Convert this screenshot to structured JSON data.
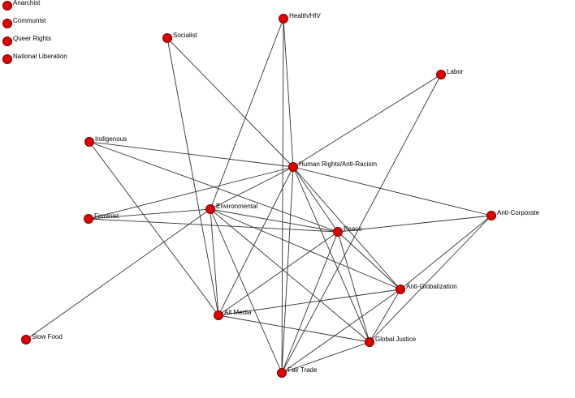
{
  "graph": {
    "node_color": "#e00000",
    "edge_color": "#333333",
    "nodes": [
      {
        "id": "anarchist",
        "label": "Anarchist"
      },
      {
        "id": "communist",
        "label": "Communist"
      },
      {
        "id": "queer-rights",
        "label": "Queer Rights"
      },
      {
        "id": "national-liberation",
        "label": "National Liberation"
      },
      {
        "id": "health-hiv",
        "label": "Health/HIV"
      },
      {
        "id": "socialist",
        "label": "Socialist"
      },
      {
        "id": "labor",
        "label": "Labor"
      },
      {
        "id": "indigenous",
        "label": "Indigenous"
      },
      {
        "id": "human-rights",
        "label": "Human Rights/Anti-Racism"
      },
      {
        "id": "environmental",
        "label": "Environmental"
      },
      {
        "id": "feminist",
        "label": "Feminist"
      },
      {
        "id": "anti-corporate",
        "label": "Anti-Corporate"
      },
      {
        "id": "peace",
        "label": "Peace"
      },
      {
        "id": "anti-globalization",
        "label": "Anti-Globalization"
      },
      {
        "id": "alt-media",
        "label": "Alt Media"
      },
      {
        "id": "slow-food",
        "label": "Slow Food"
      },
      {
        "id": "global-justice",
        "label": "Global Justice"
      },
      {
        "id": "fair-trade",
        "label": "Fair Trade"
      }
    ],
    "edges": [
      [
        "health-hiv",
        "human-rights"
      ],
      [
        "health-hiv",
        "environmental"
      ],
      [
        "health-hiv",
        "fair-trade"
      ],
      [
        "socialist",
        "human-rights"
      ],
      [
        "socialist",
        "alt-media"
      ],
      [
        "labor",
        "human-rights"
      ],
      [
        "labor",
        "fair-trade"
      ],
      [
        "indigenous",
        "human-rights"
      ],
      [
        "indigenous",
        "peace"
      ],
      [
        "indigenous",
        "alt-media"
      ],
      [
        "human-rights",
        "feminist"
      ],
      [
        "human-rights",
        "environmental"
      ],
      [
        "human-rights",
        "anti-corporate"
      ],
      [
        "human-rights",
        "peace"
      ],
      [
        "human-rights",
        "anti-globalization"
      ],
      [
        "human-rights",
        "alt-media"
      ],
      [
        "human-rights",
        "global-justice"
      ],
      [
        "human-rights",
        "fair-trade"
      ],
      [
        "feminist",
        "environmental"
      ],
      [
        "feminist",
        "peace"
      ],
      [
        "environmental",
        "slow-food"
      ],
      [
        "environmental",
        "alt-media"
      ],
      [
        "environmental",
        "fair-trade"
      ],
      [
        "environmental",
        "global-justice"
      ],
      [
        "environmental",
        "anti-globalization"
      ],
      [
        "environmental",
        "peace"
      ],
      [
        "peace",
        "anti-corporate"
      ],
      [
        "peace",
        "alt-media"
      ],
      [
        "peace",
        "fair-trade"
      ],
      [
        "peace",
        "global-justice"
      ],
      [
        "peace",
        "anti-globalization"
      ],
      [
        "anti-corporate",
        "anti-globalization"
      ],
      [
        "anti-corporate",
        "global-justice"
      ],
      [
        "anti-globalization",
        "alt-media"
      ],
      [
        "anti-globalization",
        "fair-trade"
      ],
      [
        "anti-globalization",
        "global-justice"
      ],
      [
        "alt-media",
        "global-justice"
      ],
      [
        "fair-trade",
        "global-justice"
      ]
    ]
  }
}
